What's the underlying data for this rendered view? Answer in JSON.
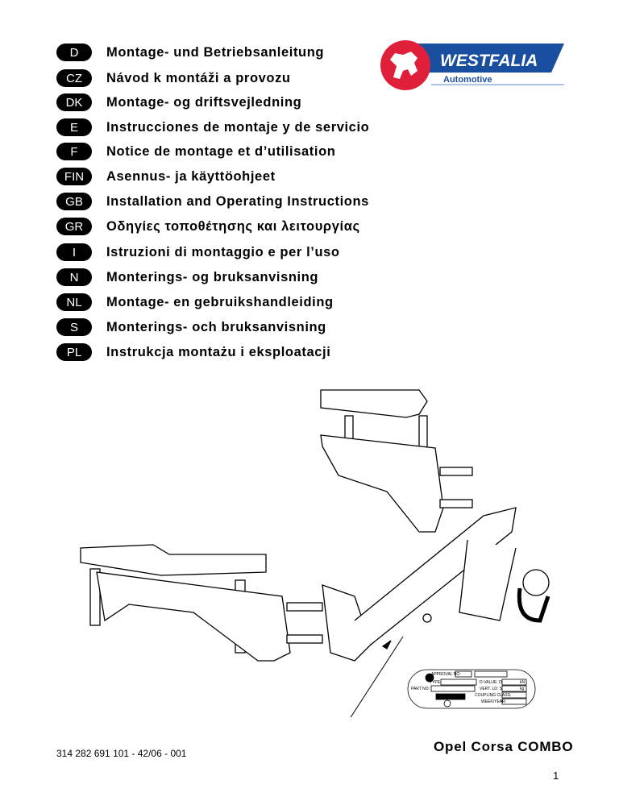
{
  "languages": [
    {
      "code": "D",
      "title": "Montage- und Betriebsanleitung"
    },
    {
      "code": "CZ",
      "title": "Návod k montáži a provozu"
    },
    {
      "code": "DK",
      "title": "Montage- og driftsvejledning"
    },
    {
      "code": "E",
      "title": "Instrucciones de montaje y de servicio"
    },
    {
      "code": "F",
      "title": "Notice de montage et d’utilisation"
    },
    {
      "code": "FIN",
      "title": "Asennus- ja käyttöohjeet"
    },
    {
      "code": "GB",
      "title": "Installation and Operating Instructions"
    },
    {
      "code": "GR",
      "title": "Οδηγίες τοποθέτησης και λειτουργίας"
    },
    {
      "code": "I",
      "title": "Istruzioni di montaggio e per l’uso"
    },
    {
      "code": "N",
      "title": "Monterings- og bruksanvisning"
    },
    {
      "code": "NL",
      "title": "Montage- en gebruikshandleiding"
    },
    {
      "code": "S",
      "title": "Monterings- och bruksanvisning"
    },
    {
      "code": "PL",
      "title": "Instrukcja montażu i eksploatacji"
    }
  ],
  "logo": {
    "brand": "WESTFALIA",
    "sub": "Automotive",
    "red": "#e0203a",
    "blue": "#1a4e9e"
  },
  "plate": {
    "approval": "APPROVAL NO:",
    "type": "TYPE:",
    "part": "PART NO:",
    "dvalue": "D-VALUE: D",
    "vertld": "VERT. LD: S",
    "coupling": "COUPLING CLASS:",
    "week": "WEEK/YEAR:",
    "kn": "kN",
    "kg": "kg"
  },
  "footer": {
    "doc_number": "314 282 691 101 - 42/06 - 001",
    "model": "Opel Corsa COMBO",
    "page": "1"
  }
}
